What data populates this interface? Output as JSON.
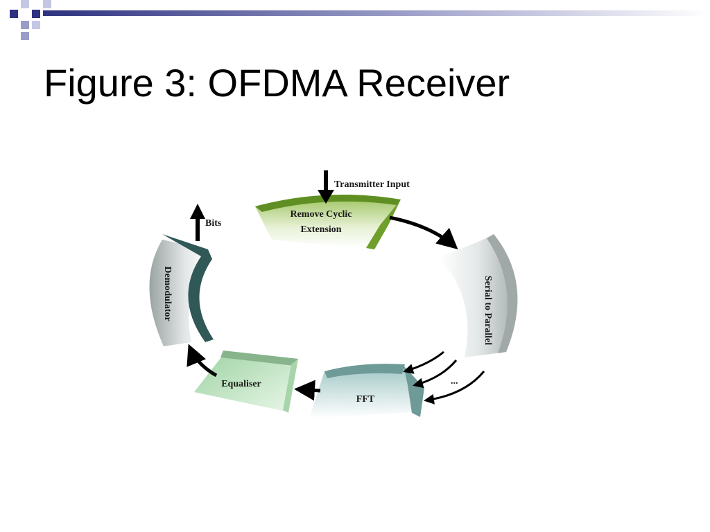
{
  "slide": {
    "title": "Figure 3: OFDMA Receiver"
  },
  "diagram": {
    "input_label": "Transmitter Input",
    "output_label": "Bits",
    "ellipsis": "...",
    "blocks": [
      {
        "id": "remove-cyclic",
        "lines": [
          "Remove Cyclic",
          "Extension"
        ],
        "color": "#7aa63a"
      },
      {
        "id": "serial-to-parallel",
        "lines": [
          "Serial to Parallel"
        ],
        "color": "#a9b0b0"
      },
      {
        "id": "fft",
        "lines": [
          "FFT"
        ],
        "color": "#7fa9a6"
      },
      {
        "id": "equaliser",
        "lines": [
          "Equaliser"
        ],
        "color": "#8cc090"
      },
      {
        "id": "demodulator",
        "lines": [
          "Demodulator"
        ],
        "color": "#2f5856"
      }
    ]
  },
  "theme": {
    "header_gradient_start": "#2e3280",
    "header_gradient_end": "#ffffff"
  }
}
